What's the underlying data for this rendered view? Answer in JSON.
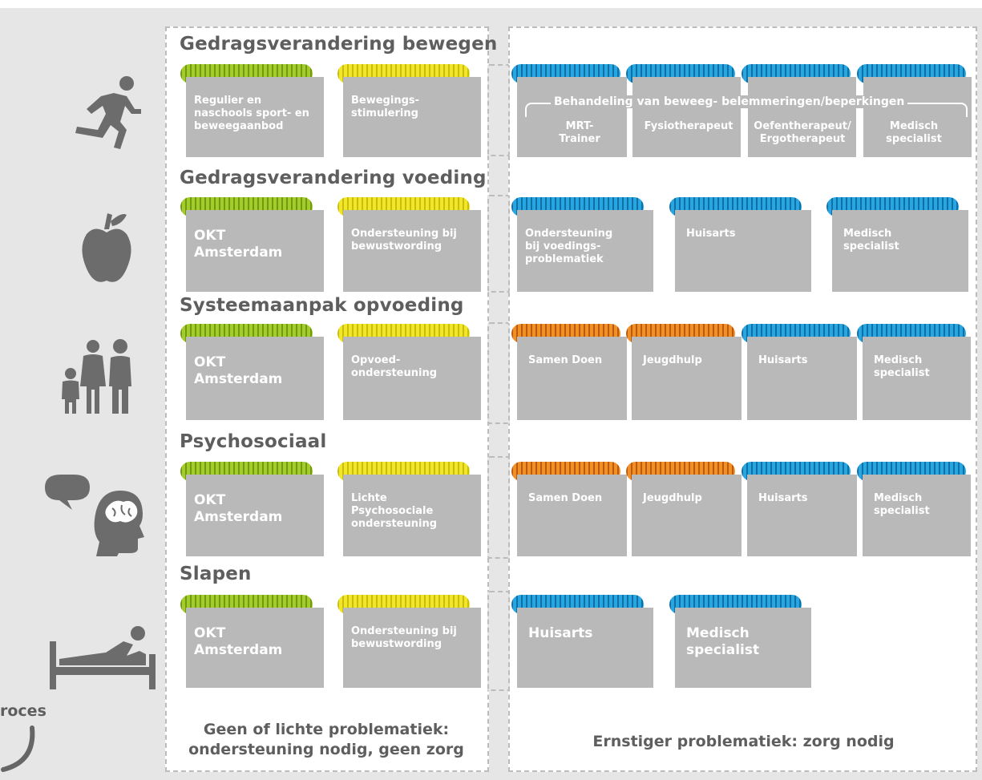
{
  "categories": [
    {
      "title": "Gedragsverandering bewegen"
    },
    {
      "title": "Gedragsverandering voeding"
    },
    {
      "title": "Systeemaanpak opvoeding"
    },
    {
      "title": "Psychosociaal"
    },
    {
      "title": "Slapen"
    }
  ],
  "bewegen": {
    "c1": "Regulier en naschools sport- en beweegaanbod",
    "c2": "Bewegings-stimulering",
    "bracket": "Behandeling van beweeg- belemmeringen/beperkingen",
    "c3": "MRT-Trainer",
    "c4": "Fysiotherapeut",
    "c5": "Oefentherapeut/ Ergotherapeut",
    "c6": "Medisch specialist"
  },
  "voeding": {
    "c1": "OKT Amsterdam",
    "c2": "Ondersteuning bij bewustwording",
    "c3": "Ondersteuning bij voedings-problematiek",
    "c4": "Huisarts",
    "c5": "Medisch specialist"
  },
  "opvoeding": {
    "c1": "OKT Amsterdam",
    "c2": "Opvoed-ondersteuning",
    "c3": "Samen Doen",
    "c4": "Jeugdhulp",
    "c5": "Huisarts",
    "c6": "Medisch specialist"
  },
  "psychosociaal": {
    "c1": "OKT Amsterdam",
    "c2": "Lichte Psychosociale ondersteuning",
    "c3": "Samen Doen",
    "c4": "Jeugdhulp",
    "c5": "Huisarts",
    "c6": "Medisch specialist"
  },
  "slapen": {
    "c1": "OKT Amsterdam",
    "c2": "Ondersteuning bij bewustwording",
    "c3": "Huisarts",
    "c4": "Medisch specialist"
  },
  "footer": {
    "left": "Geen of lichte problematiek: ondersteuning nodig, geen zorg",
    "right": "Ernstiger problematiek: zorg nodig"
  },
  "side_label": "roces",
  "colors": {
    "green": "#a6cc2a",
    "yellow": "#f1e628",
    "blue": "#26a7e2",
    "orange": "#f19125",
    "card": "#b9b9b9",
    "text": "#5e5e5e"
  },
  "icons": [
    "runner-icon",
    "apple-icon",
    "family-icon",
    "speech-brain-icon",
    "bed-icon"
  ]
}
